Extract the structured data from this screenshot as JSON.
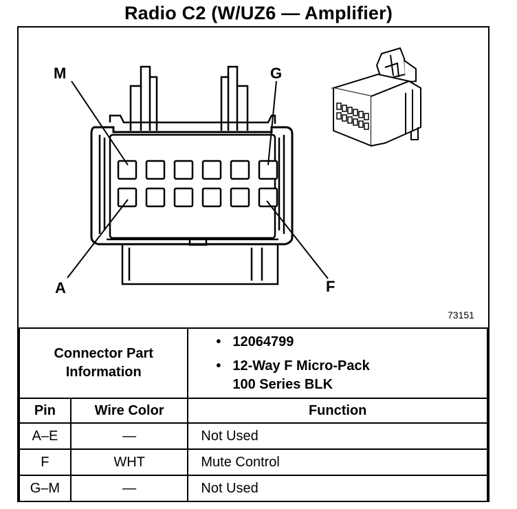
{
  "title": "Radio C2 (W/UZ6 — Amplifier)",
  "diagram": {
    "pin_labels": {
      "top_left": "M",
      "top_right": "G",
      "bottom_left": "A",
      "bottom_right": "F"
    },
    "figure_number": "73151",
    "cavity_rows": 2,
    "cavity_cols": 6
  },
  "connector_info": {
    "label_line1": "Connector Part",
    "label_line2": "Information",
    "bullet": "•",
    "part_number": "12064799",
    "description_line1": "12-Way F Micro-Pack",
    "description_line2": "100 Series BLK"
  },
  "table": {
    "headers": {
      "pin": "Pin",
      "wire_color": "Wire Color",
      "function": "Function"
    },
    "rows": [
      {
        "pin": "A–E",
        "wire_color": "—",
        "function": "Not Used"
      },
      {
        "pin": "F",
        "wire_color": "WHT",
        "function": "Mute Control"
      },
      {
        "pin": "G–M",
        "wire_color": "—",
        "function": "Not Used"
      }
    ]
  }
}
